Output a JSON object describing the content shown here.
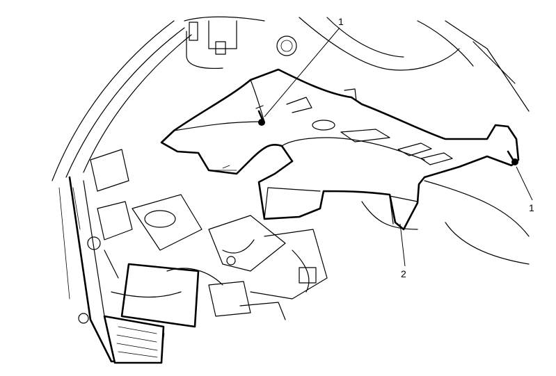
{
  "callouts": {
    "c1_top": "1",
    "c1_right": "1",
    "c2": "2"
  }
}
